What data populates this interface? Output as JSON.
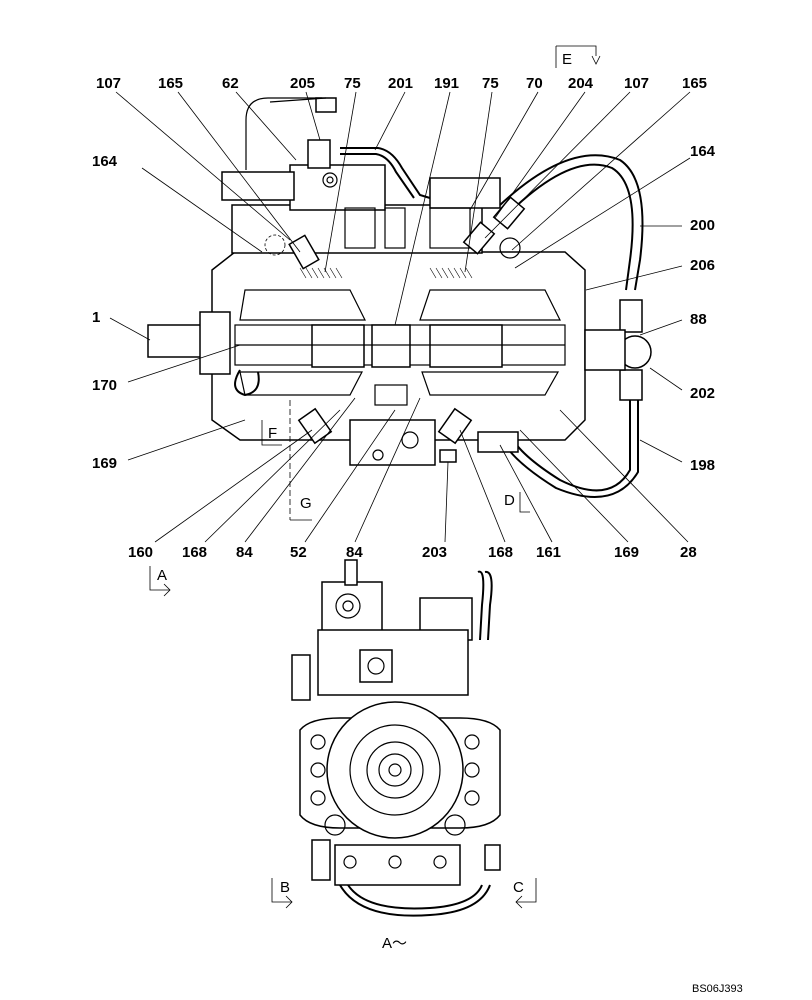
{
  "drawing": {
    "code": "BS06J393",
    "view_title": "A～",
    "callouts_top": [
      "107",
      "165",
      "62",
      "205",
      "75",
      "201",
      "191",
      "75",
      "70",
      "204",
      "107",
      "165"
    ],
    "callouts_right": [
      "164",
      "200",
      "206",
      "88",
      "202",
      "198"
    ],
    "callouts_left": [
      "164",
      "1",
      "170",
      "169"
    ],
    "callouts_bottom": [
      "160",
      "168",
      "84",
      "52",
      "84",
      "203",
      "168",
      "161",
      "169",
      "28"
    ],
    "section_marks": {
      "E": "E",
      "F": "F",
      "G": "G",
      "D": "D",
      "A": "A",
      "B": "B",
      "C": "C"
    }
  }
}
